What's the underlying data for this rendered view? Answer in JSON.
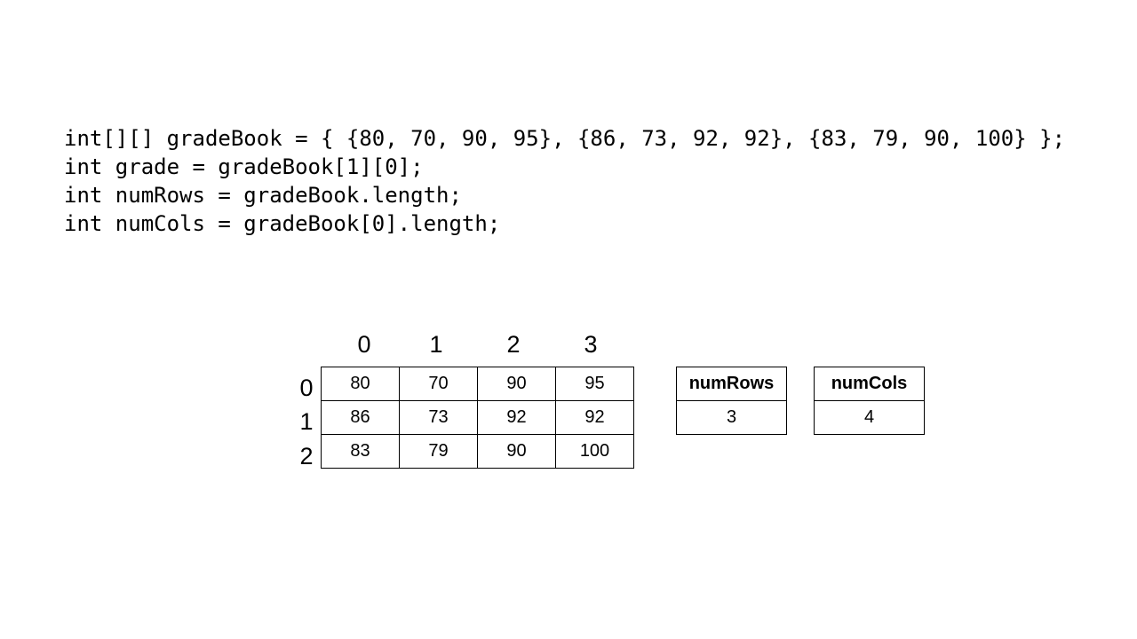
{
  "code_lines": [
    "int[][] gradeBook = { {80, 70, 90, 95}, {86, 73, 92, 92}, {83, 79, 90, 100} };",
    "int grade = gradeBook[1][0];",
    "int numRows = gradeBook.length;",
    "int numCols = gradeBook[0].length;"
  ],
  "grid": {
    "col_indices": [
      "0",
      "1",
      "2",
      "3"
    ],
    "row_indices": [
      "0",
      "1",
      "2"
    ],
    "rows": [
      [
        "80",
        "70",
        "90",
        "95"
      ],
      [
        "86",
        "73",
        "92",
        "92"
      ],
      [
        "83",
        "79",
        "90",
        "100"
      ]
    ]
  },
  "num_rows_box": {
    "label": "numRows",
    "value": "3"
  },
  "num_cols_box": {
    "label": "numCols",
    "value": "4"
  }
}
